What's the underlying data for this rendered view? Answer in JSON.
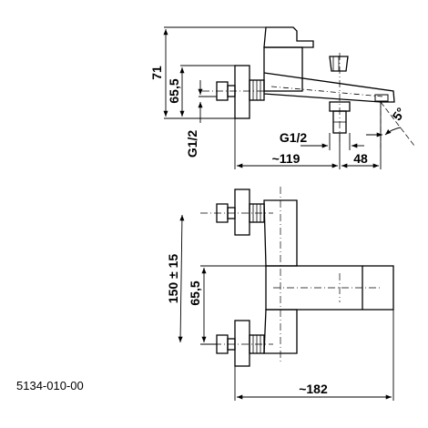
{
  "drawing": {
    "part_number": "5134-010-00",
    "side_view": {
      "dim_height_total": "71",
      "dim_height_inlet": "65,5",
      "thread_left": "G1/2",
      "thread_bottom": "G1/2",
      "dim_wall_to_center": "~119",
      "dim_spout": "48",
      "angle": "5°"
    },
    "front_view": {
      "dim_inlet_spacing": "150 ± 15",
      "dim_height": "65,5",
      "dim_width": "~182"
    }
  }
}
